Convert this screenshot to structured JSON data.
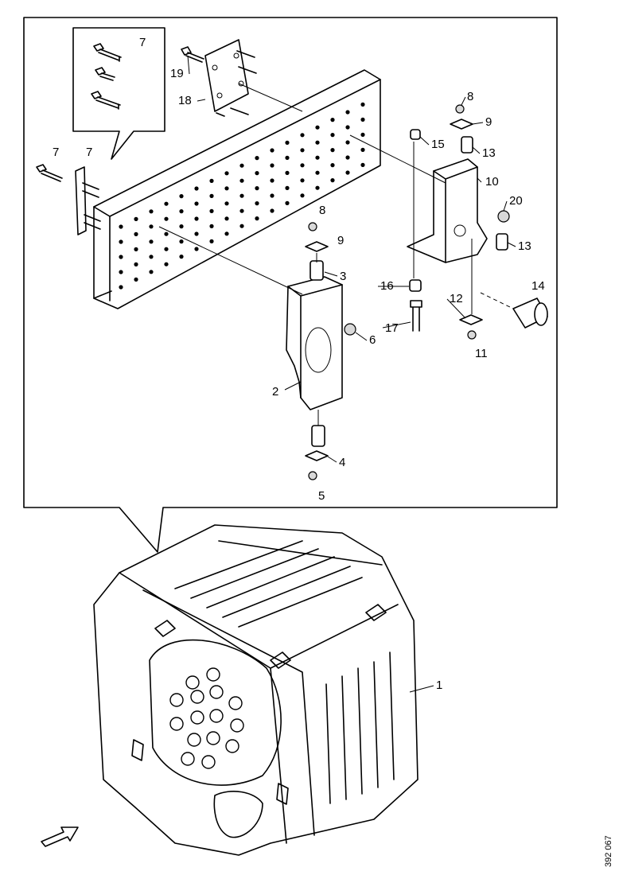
{
  "callouts": {
    "c1": "1",
    "c2": "2",
    "c3": "3",
    "c4": "4",
    "c5": "5",
    "c6": "6",
    "c7_inset": "7",
    "c7_left": "7",
    "c7_right": "7",
    "c8_top": "8",
    "c8_mid": "8",
    "c9_top": "9",
    "c9_mid": "9",
    "c10": "10",
    "c11": "11",
    "c12": "12",
    "c13_top": "13",
    "c13_bot": "13",
    "c14": "14",
    "c15": "15",
    "c16": "16",
    "c17": "17",
    "c18": "18",
    "c19": "19",
    "c20": "20"
  },
  "drawing_code": "392 067",
  "icons": {
    "direction_arrow": "forward-direction-arrow-icon"
  }
}
